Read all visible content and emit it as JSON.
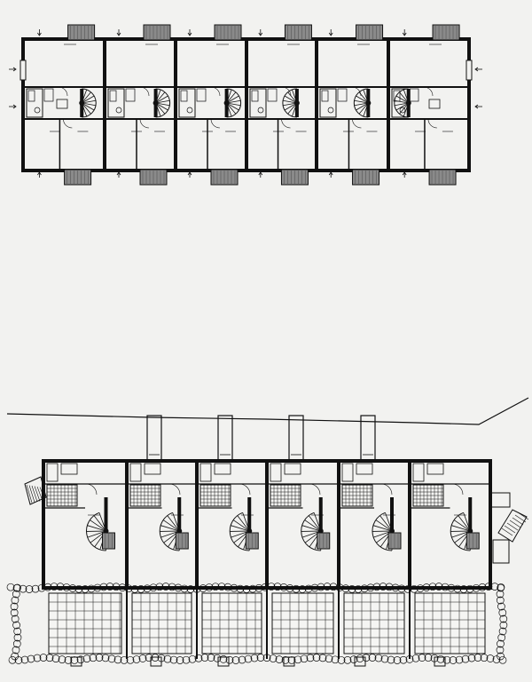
{
  "drawing": {
    "kind": "architectural floor plans",
    "plans": [
      {
        "id": "upper-floor-plan",
        "units": 6,
        "has_stairs": true,
        "has_balconies": true
      },
      {
        "id": "ground-floor-plan",
        "units": 6,
        "has_stairs": true,
        "has_gardens": true,
        "has_entrance_porches": true
      }
    ],
    "colors": {
      "paper": "#f2f2f0",
      "ink": "#111111",
      "hatch": "#777777"
    }
  }
}
